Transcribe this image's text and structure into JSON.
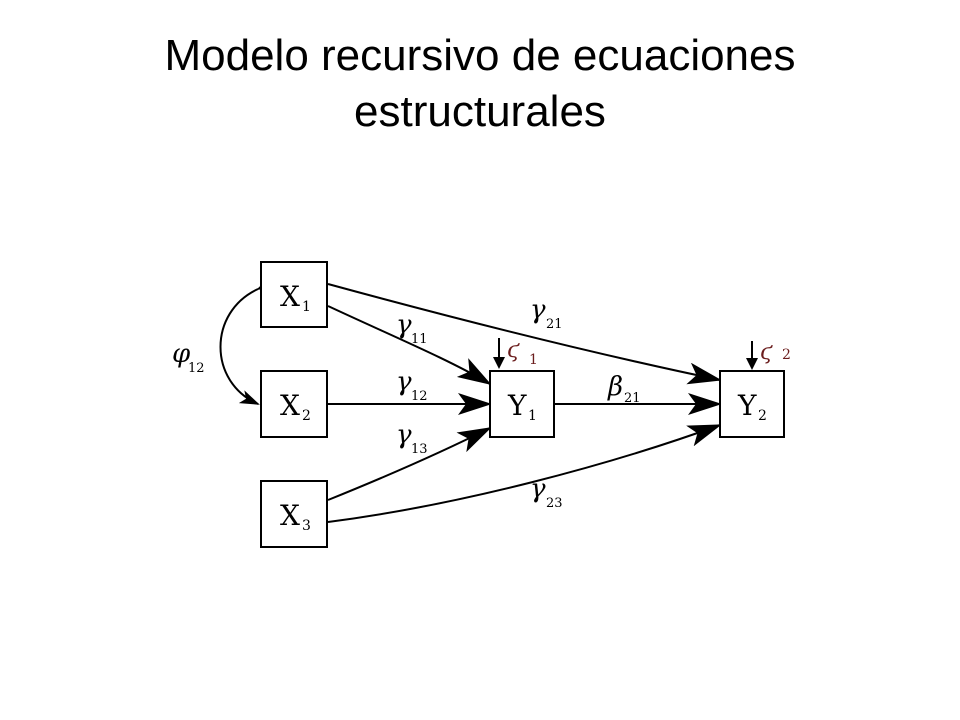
{
  "title": {
    "line1": "Modelo recursivo de ecuaciones",
    "line2": "estructurales"
  },
  "colors": {
    "ink": "#000000",
    "error_ink": "#6b1d1d",
    "background": "#ffffff"
  },
  "diagram": {
    "nodes": {
      "x1": {
        "main": "X",
        "sub": "1"
      },
      "x2": {
        "main": "X",
        "sub": "2"
      },
      "x3": {
        "main": "X",
        "sub": "3"
      },
      "y1": {
        "main": "Y",
        "sub": "1"
      },
      "y2": {
        "main": "Y",
        "sub": "2"
      }
    },
    "labels": {
      "phi12": {
        "symbol": "φ",
        "sub": "12"
      },
      "gamma11": {
        "symbol": "γ",
        "sub": "11"
      },
      "gamma12": {
        "symbol": "γ",
        "sub": "12"
      },
      "gamma13": {
        "symbol": "γ",
        "sub": "13"
      },
      "gamma21": {
        "symbol": "γ",
        "sub": "21"
      },
      "gamma23": {
        "symbol": "γ",
        "sub": "23"
      },
      "beta21": {
        "symbol": "β",
        "sub": "21"
      }
    },
    "errors": {
      "e1": {
        "symbol": "ϛ",
        "sub": "1"
      },
      "e2": {
        "symbol": "ϛ",
        "sub": "2"
      }
    }
  }
}
